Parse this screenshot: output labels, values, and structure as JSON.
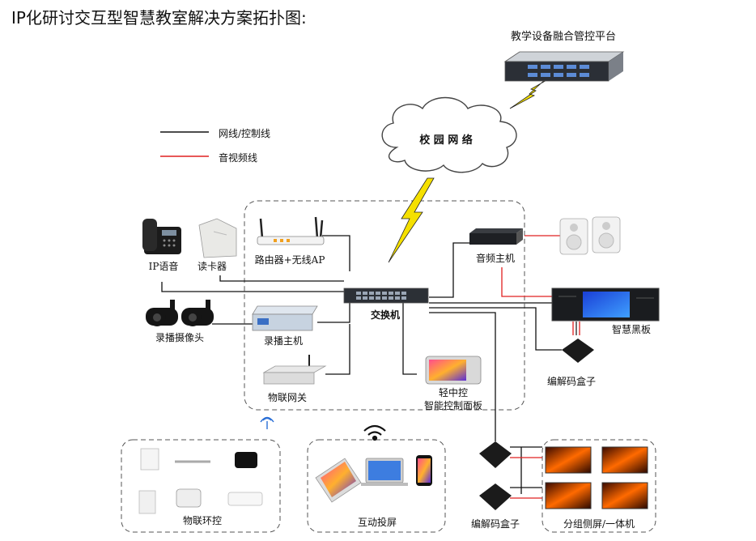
{
  "title": "IP化研讨交互型智慧教室解决方案拓扑图:",
  "legend": {
    "network_line": "网线/控制线",
    "av_line": "音视频线",
    "network_color": "#111111",
    "av_color": "#e02020"
  },
  "nodes": {
    "management_platform": "教学设备融合管控平台",
    "campus_network": "校 园 网 络",
    "ip_voice": "IP语音",
    "card_reader": "读卡器",
    "router_ap": "路由器+无线AP",
    "switch": "交换机",
    "recording_camera": "录播摄像头",
    "recording_host": "录播主机",
    "iot_gateway": "物联网关",
    "light_control": "轻中控",
    "smart_panel": "智能控制面板",
    "audio_host": "音频主机",
    "smart_blackboard": "智慧黑板",
    "codec_box_top": "编解码盒子",
    "codec_box_bottom": "编解码盒子",
    "iot_env_control": "物联环控",
    "interactive_projection": "互动投屏",
    "group_screens": "分组侧屏/一体机"
  }
}
